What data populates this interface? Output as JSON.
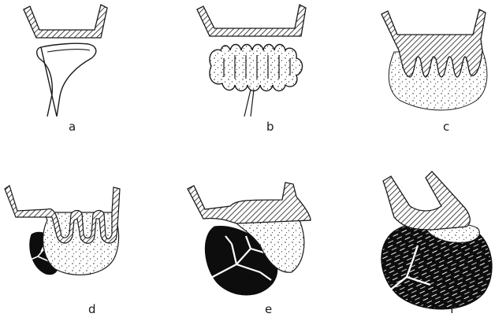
{
  "panels": [
    {
      "label": "a"
    },
    {
      "label": "b"
    },
    {
      "label": "c"
    },
    {
      "label": "d"
    },
    {
      "label": "e"
    },
    {
      "label": "f"
    }
  ],
  "colors": {
    "ink": "#1a1a1a",
    "paper": "#ffffff",
    "dark_mass": "#0d0d0d"
  }
}
